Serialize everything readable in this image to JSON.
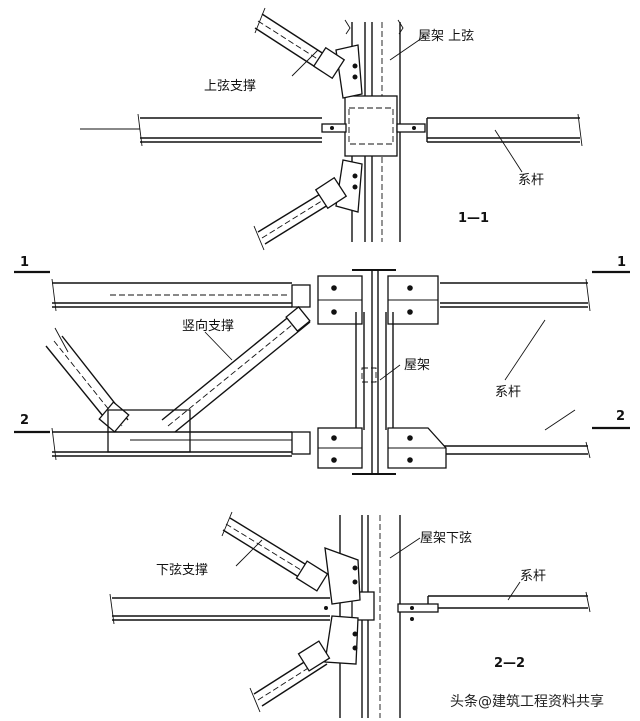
{
  "view1": {
    "label_top_chord_brace": "上弦支撑",
    "label_truss_top_chord": "屋架 上弦",
    "label_tie_bar": "系杆",
    "section": "1—1"
  },
  "view_elevation": {
    "label_vertical_brace": "竖向支撑",
    "label_truss": "屋架",
    "label_tie_bar": "系杆",
    "cut_marks": {
      "left_top": "1",
      "right_top": "1",
      "left_bottom": "2",
      "right_bottom": "2"
    }
  },
  "view2": {
    "label_bottom_chord_brace": "下弦支撑",
    "label_truss_bottom_chord": "屋架下弦",
    "label_tie_bar": "系杆",
    "section": "2—2"
  },
  "watermark": "头条@建筑工程资料共享"
}
